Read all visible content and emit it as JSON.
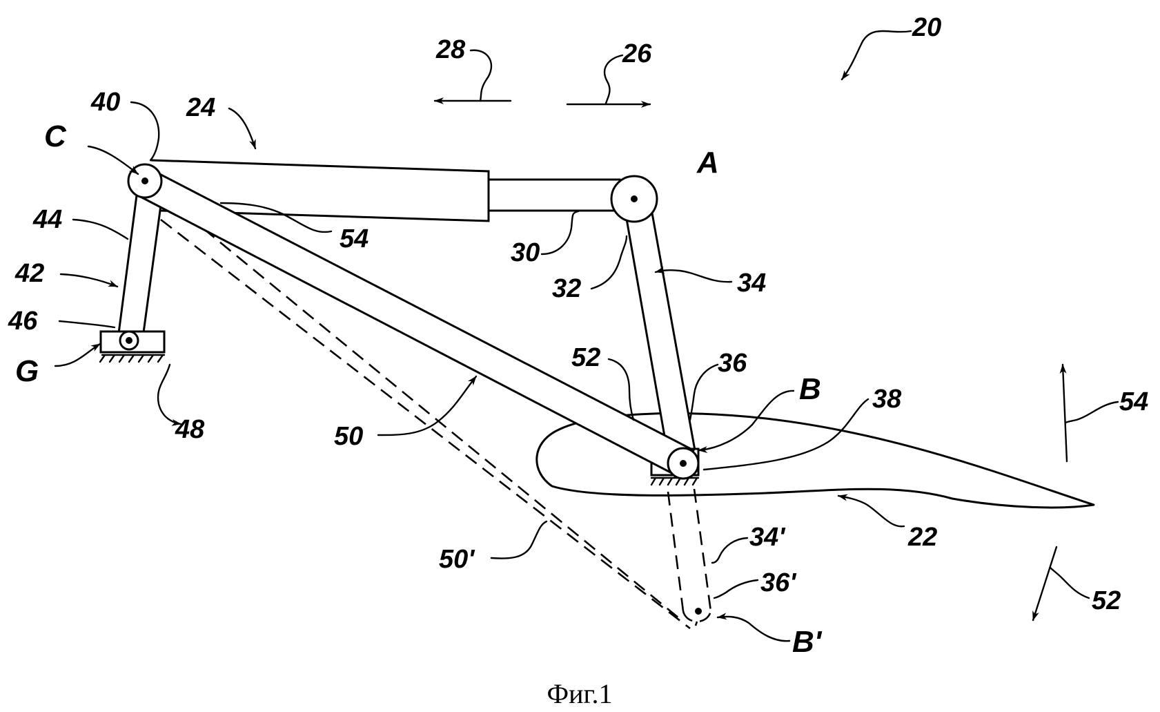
{
  "labels": {
    "n20": "20",
    "n28": "28",
    "n26": "26",
    "n40": "40",
    "n24": "24",
    "C": "C",
    "A": "A",
    "n44": "44",
    "n54a": "54",
    "n30": "30",
    "n42": "42",
    "n32": "32",
    "n34": "34",
    "n46": "46",
    "G": "G",
    "n52a": "52",
    "n36": "36",
    "B": "B",
    "n38": "38",
    "n54b": "54",
    "n48": "48",
    "n50": "50",
    "n22": "22",
    "n50p": "50'",
    "n34p": "34'",
    "n36p": "36'",
    "n52b": "52",
    "Bp": "B'"
  },
  "caption": "Фиг.1"
}
